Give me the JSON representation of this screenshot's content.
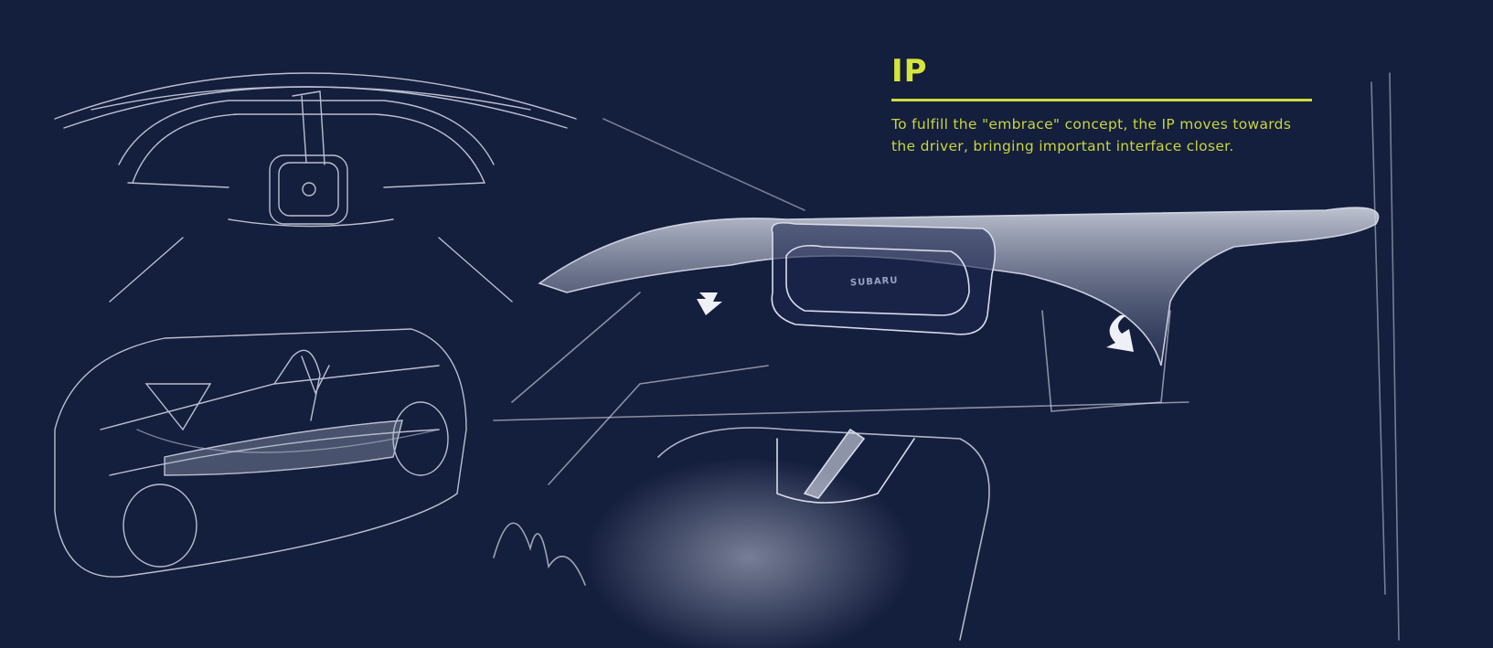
{
  "caption": {
    "title": "IP",
    "description_line1": "To fulfill the \"embrace\" concept, the IP moves towards",
    "description_line2": "the driver, bringing important interface closer."
  },
  "sketch": {
    "dash_logo": "SUBARU"
  },
  "colors": {
    "background": "#141e3d",
    "accent": "#d6e43c",
    "sketch_line": "#d8dcea"
  }
}
